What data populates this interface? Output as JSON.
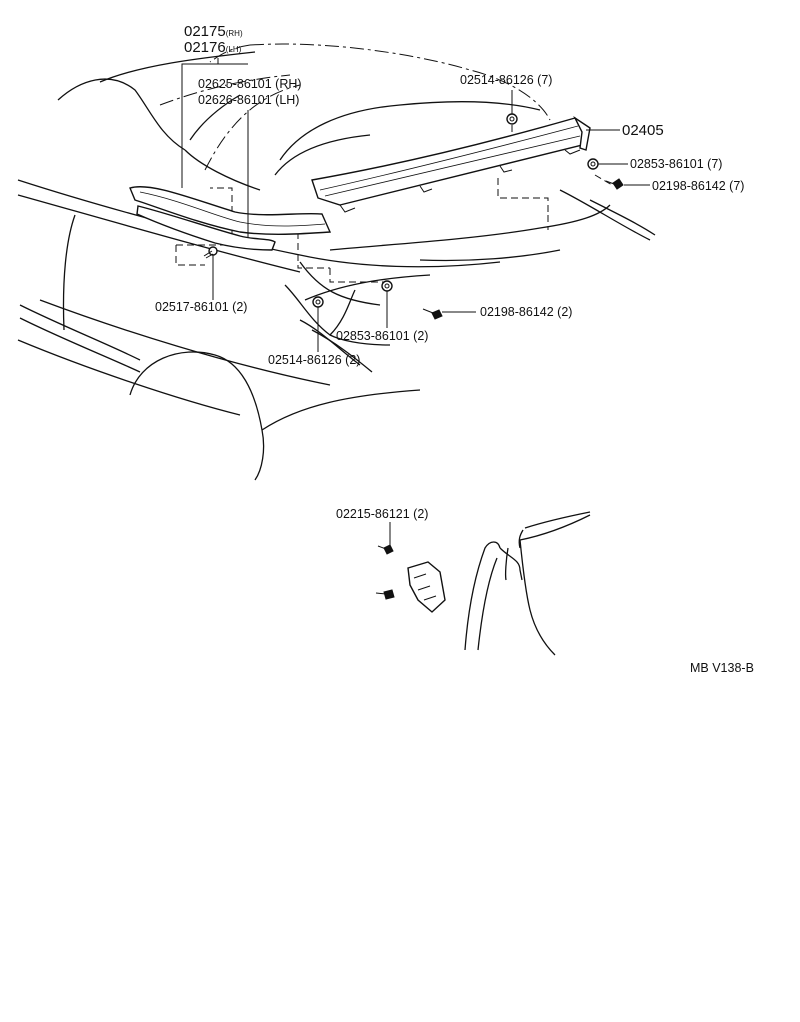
{
  "labels": {
    "p02175": {
      "num": "02175",
      "suffix": "(RH)"
    },
    "p02176": {
      "num": "02176",
      "suffix": "(LH)"
    },
    "p02625": "02625-86101 (RH)",
    "p02626": "02626-86101 (LH)",
    "p02514_top": "02514-86126 (7)",
    "p02405": "02405",
    "p02853_right": "02853-86101 (7)",
    "p02198_right": "02198-86142 (7)",
    "p02517": "02517-86101 (2)",
    "p02198_mid": "02198-86142 (2)",
    "p02853_mid": "02853-86101 (2)",
    "p02514_bottom": "02514-86126 (2)",
    "p02215": "02215-86121 (2)",
    "code": "MB V138-B"
  }
}
